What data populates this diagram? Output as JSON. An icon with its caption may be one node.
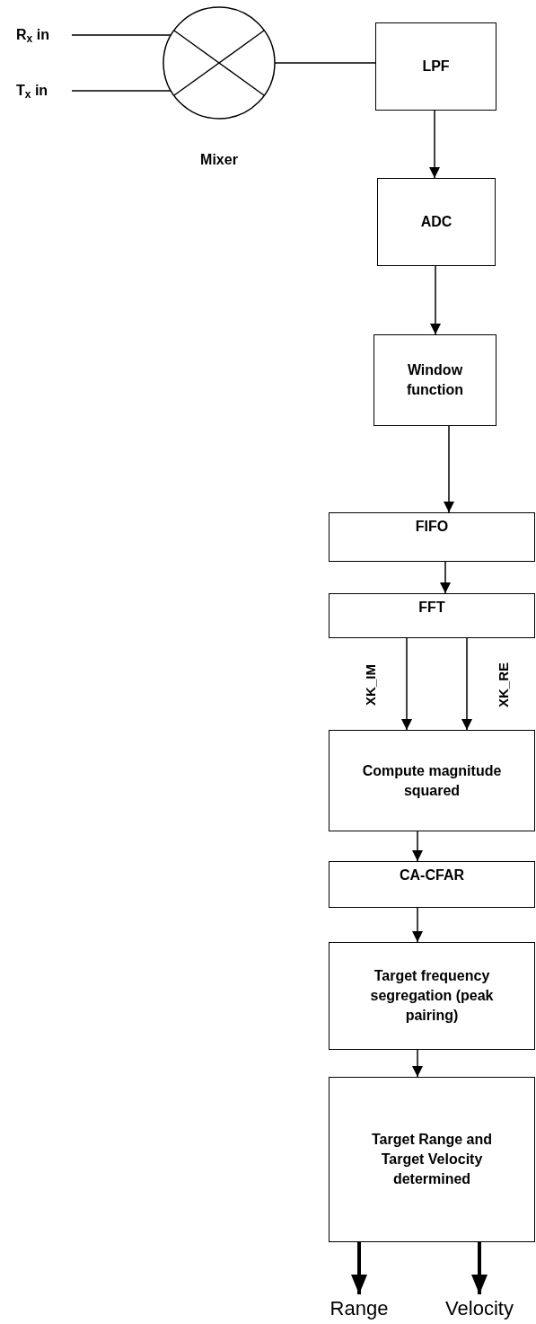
{
  "diagram": {
    "nodes": [
      {
        "text": [
          "R$_{x}$ in"
        ]
      },
      {
        "text": [
          "T$_{x}$ in"
        ]
      },
      {
        "text": [
          "Mixer"
        ]
      },
      {
        "text": [
          "LPF"
        ]
      },
      {
        "text": [
          "ADC"
        ]
      },
      {
        "text": [
          "Window function"
        ]
      },
      {
        "text": [
          "FIFO"
        ]
      },
      {
        "text": [
          "FFT"
        ]
      },
      {
        "text": [
          "Compute magnitude squared"
        ]
      },
      {
        "text": [
          "CA-CFAR"
        ]
      },
      {
        "text": [
          "Target frequency segregation (peak pairing)"
        ]
      },
      {
        "text": [
          "Target Range and Target Velocity determined"
        ]
      },
      {
        "text": [
          "Range"
        ]
      },
      {
        "text": [
          "Velocity"
        ]
      }
    ],
    "edges": [
      {
        "from": 0,
        "to": 2,
        "arrow": "none"
      },
      {
        "from": 1,
        "to": 2,
        "arrow": "none"
      },
      {
        "from": 2,
        "to": 3,
        "arrow": "none"
      },
      {
        "from": 3,
        "to": 4,
        "arrow": "to"
      },
      {
        "from": 4,
        "to": 5,
        "arrow": "to"
      },
      {
        "from": 5,
        "to": 6,
        "arrow": "to"
      },
      {
        "from": 6,
        "to": 7,
        "arrow": "to"
      },
      {
        "from": 7,
        "to": 8,
        "arrow": "to",
        "label": "XK_IM"
      },
      {
        "from": 7,
        "to": 8,
        "arrow": "to",
        "label": "XK_RE"
      },
      {
        "from": 8,
        "to": 9,
        "arrow": "to"
      },
      {
        "from": 9,
        "to": 10,
        "arrow": "to"
      },
      {
        "from": 10,
        "to": 11,
        "arrow": "to"
      },
      {
        "from": 11,
        "to": 12,
        "arrow": "to",
        "style": "thick"
      },
      {
        "from": 11,
        "to": 13,
        "arrow": "to",
        "style": "thick"
      }
    ]
  }
}
